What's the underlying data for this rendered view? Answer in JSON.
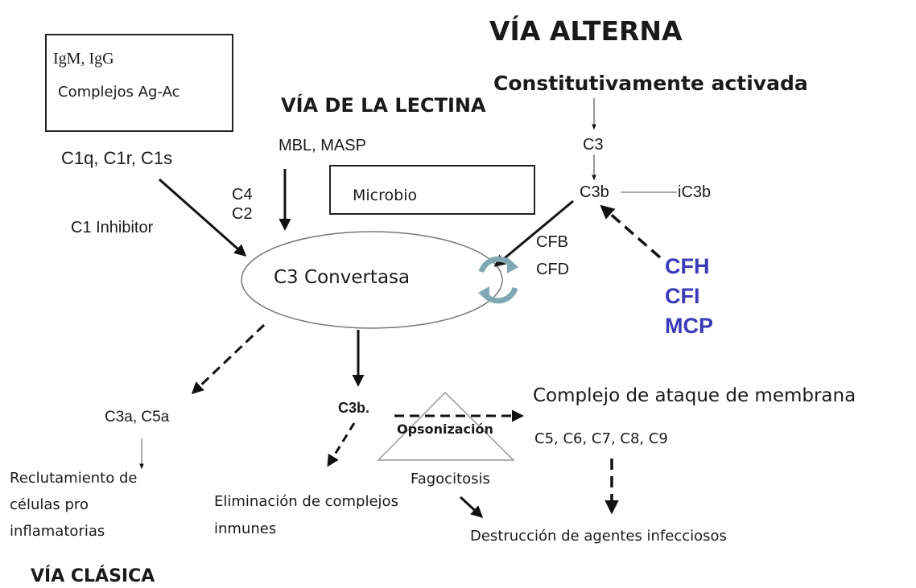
{
  "alternative_pathway": {
    "title": "VÍA ALTERNA",
    "subtitle": "Constitutivamente activada",
    "c3": "C3",
    "c3b": "C3b",
    "ic3b": "iC3b",
    "cfb": "CFB",
    "cfd": "CFD",
    "regulators": [
      "CFH",
      "CFI",
      "MCP"
    ]
  },
  "lectin_pathway": {
    "title": "VÍA DE LA LECTINA",
    "initiators": "MBL, MASP",
    "microbe": "Microbio"
  },
  "classical_pathway": {
    "title": "VÍA CLÁSICA",
    "antibodies": "IgM, IgG",
    "immune_complexes": "Complejos Ag-Ac",
    "c1": "C1q, C1r, C1s",
    "c1_inhibitor": "C1 Inhibitor",
    "c4": "C4",
    "c2": "C2"
  },
  "center": {
    "convertase": "C3 Convertasa"
  },
  "outcomes": {
    "anaphylatoxins": "C3a, C5a",
    "recruitment": [
      "Reclutamiento de",
      "células pro",
      "inflamatorias"
    ],
    "c3b_out": "C3b.",
    "opsonization": "Opsonización",
    "phagocytosis": "Fagocitosis",
    "immune_clearance": [
      "Eliminación de complejos",
      "inmunes"
    ],
    "mac_title": "Complejo de ataque de membrana",
    "mac_components": "C5, C6, C7, C8, C9",
    "destruction": "Destrucción de agentes infecciosos"
  }
}
